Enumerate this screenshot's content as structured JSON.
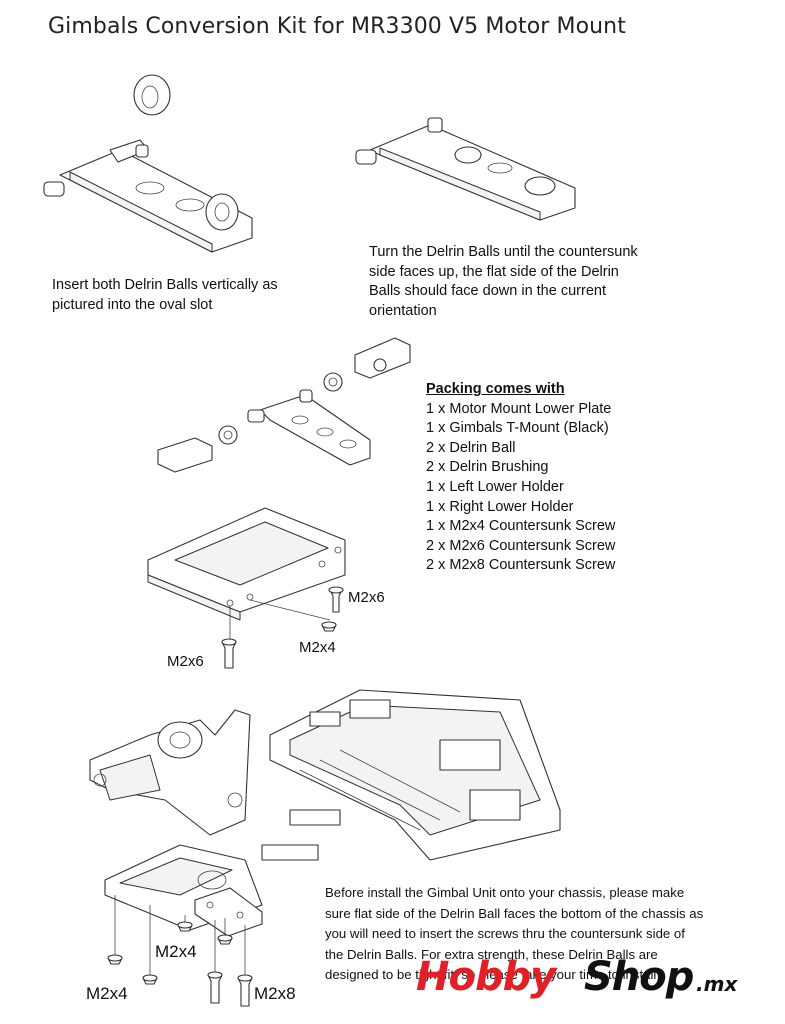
{
  "title": "Gimbals Conversion Kit for MR3300 V5 Motor Mount",
  "step1": {
    "lines": [
      "Insert both Delrin Balls vertically as",
      "pictured into the oval slot"
    ]
  },
  "step2": {
    "lines": [
      "Turn the Delrin Balls until the countersunk",
      "side faces up, the flat side of the Delrin",
      "Balls should face down in the current",
      "orientation"
    ]
  },
  "packing": {
    "header": "Packing comes with",
    "items": [
      "1 x Motor Mount Lower Plate",
      "1 x Gimbals T-Mount (Black)",
      "2 x Delrin Ball",
      "2 x Delrin Brushing",
      "1 x Left Lower Holder",
      "1 x Right Lower Holder",
      "1 x M2x4 Countersunk Screw",
      "2 x M2x6 Countersunk Screw",
      "2 x M2x8 Countersunk Screw"
    ]
  },
  "screw_labels": {
    "m2x6_right": "M2x6",
    "m2x6_left": "M2x6",
    "m2x4_mid": "M2x4",
    "m2x4_bottom_a": "M2x4",
    "m2x4_bottom_b": "M2x4",
    "m2x8_bottom": "M2x8"
  },
  "final_note": {
    "lines": [
      "Before install the Gimbal Unit onto your chassis, please make",
      "sure flat side of the Delrin Ball faces the bottom of the chassis as",
      "you will need to insert the screws thru the countersunk side of",
      "the Delrin Balls.  For extra strength, these Delrin Balls are",
      "designed to be tight fit, so please take your time to install"
    ]
  },
  "watermark": {
    "hobby": "Hobby",
    "shop": "Shop",
    "mx": ".mx"
  },
  "colors": {
    "brand_red": "#e21f26",
    "ink": "#111111"
  }
}
